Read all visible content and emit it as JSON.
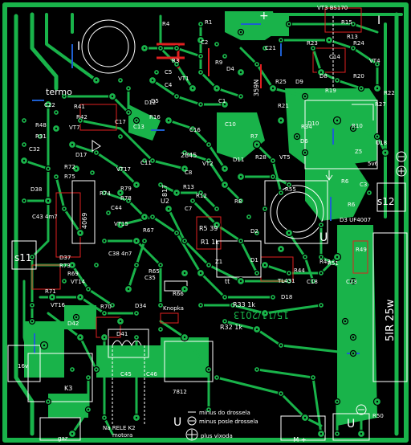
{
  "board": {
    "date": "15/11/2013",
    "colors": {
      "background": "#000000",
      "copper": "#19b34a",
      "silkscreen": "#ffffff",
      "top_layer": "#e02020",
      "jumper": "#1d5fd1"
    }
  },
  "legend": {
    "line1": "minus do drossela",
    "line2": "minus posle drossela",
    "line3": "plus vixoda",
    "u_symbol": "U"
  },
  "connectors": {
    "relay": "Na RELE K2",
    "motor": "motora",
    "gaz": "gaz",
    "minus_plus": "- M +",
    "u_left": "U",
    "u_right": "U"
  },
  "labels": {
    "termo": "termo",
    "resistor_power": "5IR 25w",
    "r50": "R50",
    "knopka": "Knopka",
    "v16": "16v",
    "k3": "K3",
    "s11": "s11",
    "s12": "s12",
    "i_left": "I",
    "i_right": "I",
    "ic_4069": "4069",
    "d3": "D3 UF4007",
    "u18": "U18",
    "r27": "R27",
    "fv": "5v6",
    "vt3": "VT3 BS170",
    "tl431": "TL431",
    "t817": "817",
    "u2": "U2",
    "n2845": "2845",
    "n359n": "359N",
    "p7812": "7812",
    "c38": "C38 4n7",
    "c43": "C43 4m7",
    "r539": "R5 39",
    "r11k": "R1 1k",
    "r331k": "R33 1k",
    "r321k": "R32 1k",
    "plus_top": "+",
    "tt": "tt"
  },
  "refs": [
    "R4",
    "C2",
    "R9",
    "R3",
    "VT1",
    "C5",
    "C4",
    "D4",
    "D5",
    "C1",
    "R25",
    "D9",
    "R15",
    "R23",
    "R24",
    "R13",
    "C14",
    "VT4",
    "R20",
    "D8",
    "R19",
    "R22",
    "R41",
    "R42",
    "C22",
    "R48",
    "R31",
    "C32",
    "VT7",
    "D17",
    "R72",
    "R75",
    "D38",
    "R74",
    "R79",
    "R78",
    "C44",
    "VT15",
    "R67",
    "VT17",
    "C17",
    "C13",
    "R16",
    "C16",
    "C10",
    "R7",
    "R28",
    "D11",
    "VT5",
    "R34",
    "D10",
    "R21",
    "C11",
    "R13",
    "R12",
    "C7",
    "R8",
    "VT2",
    "C8",
    "R6",
    "R6",
    "C3",
    "R55",
    "D2",
    "D1",
    "Z1",
    "R43",
    "R51",
    "C18",
    "C23",
    "R44",
    "D18",
    "R49",
    "D37",
    "R73",
    "R69",
    "VT14",
    "R71",
    "VT16",
    "R70",
    "D34",
    "D42",
    "D41",
    "R66",
    "C35",
    "C45",
    "C46",
    "R65",
    "R10",
    "Z5",
    "D6",
    "D12",
    "C21",
    "R1"
  ]
}
